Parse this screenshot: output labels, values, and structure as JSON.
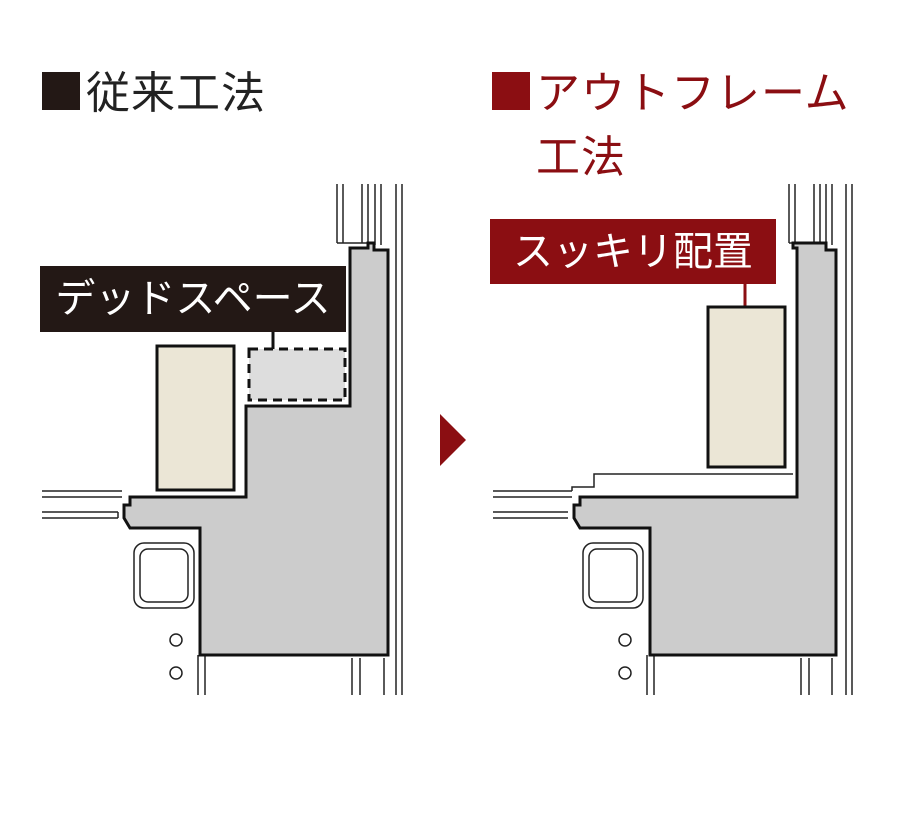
{
  "left": {
    "heading": "従来工法",
    "callout": "デッドスペース"
  },
  "right": {
    "heading_line1": "アウトフレーム",
    "heading_line2": "工法",
    "callout": "スッキリ配置"
  },
  "colors": {
    "accent_red": "#8b0e12",
    "dark_label": "#231815",
    "wall_gray": "#cccccc",
    "furniture_beige": "#ebe6d6",
    "dead_space_gray": "#dddddd"
  }
}
